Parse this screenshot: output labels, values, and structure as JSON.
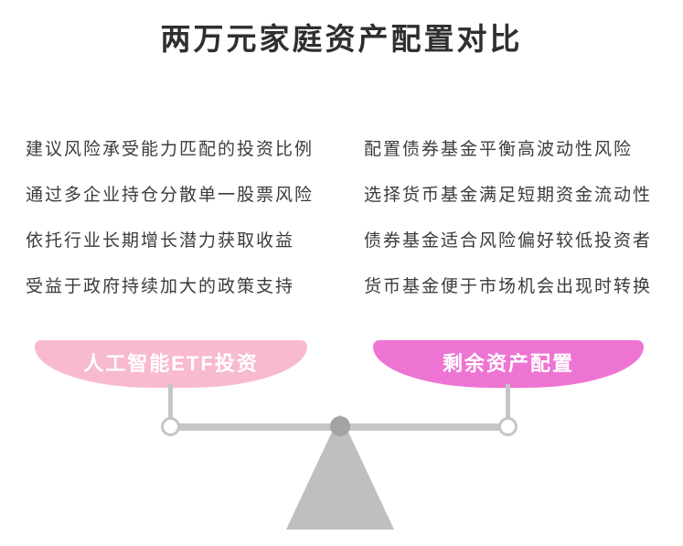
{
  "title": "两万元家庭资产配置对比",
  "left_column": {
    "points": [
      "建议风险承受能力匹配的投资比例",
      "通过多企业持仓分散单一股票风险",
      "依托行业长期增长潜力获取收益",
      "受益于政府持续加大的政策支持"
    ]
  },
  "right_column": {
    "points": [
      "配置债券基金平衡高波动性风险",
      "选择货币基金满足短期资金流动性",
      "债券基金适合风险偏好较低投资者",
      "货币基金便于市场机会出现时转换"
    ]
  },
  "scale": {
    "left_pan": {
      "label": "人工智能ETF投资",
      "color": "#f8bace",
      "label_color": "#ffffff"
    },
    "right_pan": {
      "label": "剩余资产配置",
      "color": "#ee74d3",
      "label_color": "#ffffff"
    },
    "beam_color": "#c6c6c6",
    "fulcrum_color": "#bfbfbf",
    "pivot_color": "#a3a3a3"
  }
}
